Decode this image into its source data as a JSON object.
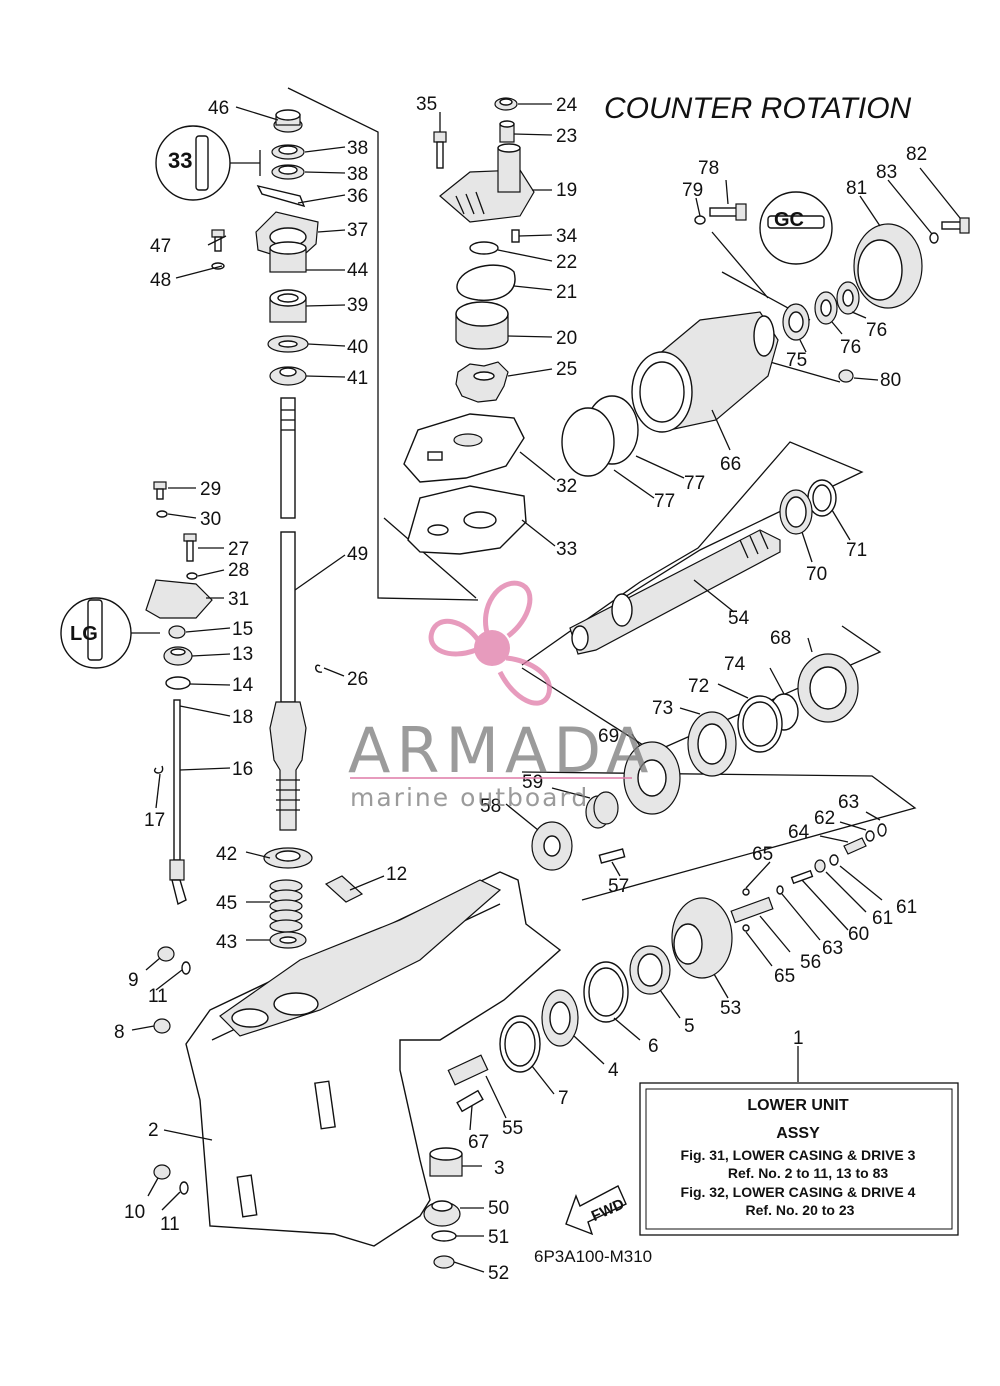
{
  "title": "COUNTER ROTATION",
  "drawing_code": "6P3A100-M310",
  "fwd_label": "FWD",
  "watermark": {
    "brand": "ARMADA",
    "tagline": "marine outboard",
    "color": "#e07aa8"
  },
  "info_box": {
    "ref_number": "1",
    "title_line1": "LOWER UNIT",
    "title_line2": "ASSY",
    "line1": "Fig. 31, LOWER CASING & DRIVE 3",
    "line2": "Ref. No. 2 to 11, 13 to 83",
    "line3": "Fig. 32, LOWER CASING & DRIVE 4",
    "line4": "Ref. No. 20 to 23"
  },
  "callouts": {
    "c46": "46",
    "c38a": "38",
    "c38b": "38",
    "c36": "36",
    "c37": "37",
    "c47": "47",
    "c48": "48",
    "c44": "44",
    "c39": "39",
    "c40": "40",
    "c41": "41",
    "c35": "35",
    "c24": "24",
    "c23": "23",
    "c19": "19",
    "c34": "34",
    "c22": "22",
    "c21": "21",
    "c20": "20",
    "c25": "25",
    "c32": "32",
    "c33": "33",
    "c78": "78",
    "c79": "79",
    "c82": "82",
    "c83": "83",
    "c81": "81",
    "c76a": "76",
    "c76b": "76",
    "c75": "75",
    "c80": "80",
    "c66": "66",
    "c77a": "77",
    "c77b": "77",
    "c71": "71",
    "c70": "70",
    "c54": "54",
    "c68": "68",
    "c74": "74",
    "c72": "72",
    "c73": "73",
    "c69": "69",
    "c59": "59",
    "c58": "58",
    "c57": "57",
    "c63a": "63",
    "c62": "62",
    "c64": "64",
    "c65a": "65",
    "c61a": "61",
    "c61b": "61",
    "c60": "60",
    "c63b": "63",
    "c56": "56",
    "c65b": "65",
    "c53": "53",
    "c5": "5",
    "c6": "6",
    "c4": "4",
    "c7": "7",
    "c55": "55",
    "c67": "67",
    "c3": "3",
    "c50": "50",
    "c51": "51",
    "c52": "52",
    "c29": "29",
    "c30": "30",
    "c27": "27",
    "c28": "28",
    "c31": "31",
    "c15": "15",
    "c13": "13",
    "c14": "14",
    "c18": "18",
    "c16": "16",
    "c17": "17",
    "c49": "49",
    "c26": "26",
    "c42": "42",
    "c45": "45",
    "c43": "43",
    "c12": "12",
    "c9": "9",
    "c11a": "11",
    "c8": "8",
    "c2": "2",
    "c10": "10",
    "c11b": "11"
  }
}
